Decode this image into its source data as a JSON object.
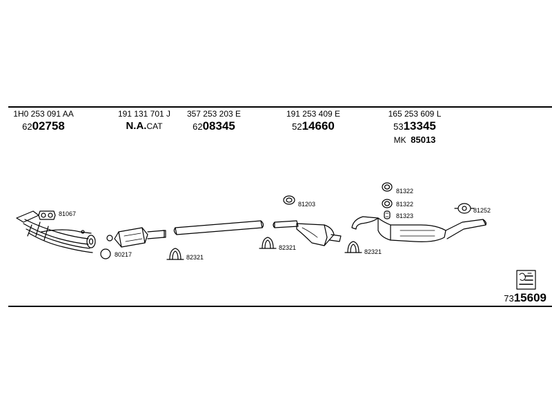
{
  "header_parts": [
    {
      "oem": "1H0 253 091 AA",
      "code_prefix": "62",
      "code_main": "02758"
    },
    {
      "oem": "191 131 701 J",
      "code_main": "N.A.",
      "code_suffix": "CAT"
    },
    {
      "oem": "357 253 203 E",
      "code_prefix": "62",
      "code_main": "08345"
    },
    {
      "oem": "191 253 409 E",
      "code_prefix": "52",
      "code_main": "14660"
    },
    {
      "oem": "165 253 609 L",
      "code_prefix": "53",
      "code_main": "13345",
      "kit_prefix": "MK",
      "kit_code": "85013"
    }
  ],
  "fittings": {
    "f81067": "81067",
    "f80217": "80217",
    "f82321_a": "82321",
    "f81203": "81203",
    "f82321_b": "82321",
    "f81322_a": "81322",
    "f81322_b": "81322",
    "f81323": "81323",
    "f82321_c": "82321",
    "f81252": "81252"
  },
  "sheet": {
    "prefix": "73",
    "main": "15609"
  }
}
